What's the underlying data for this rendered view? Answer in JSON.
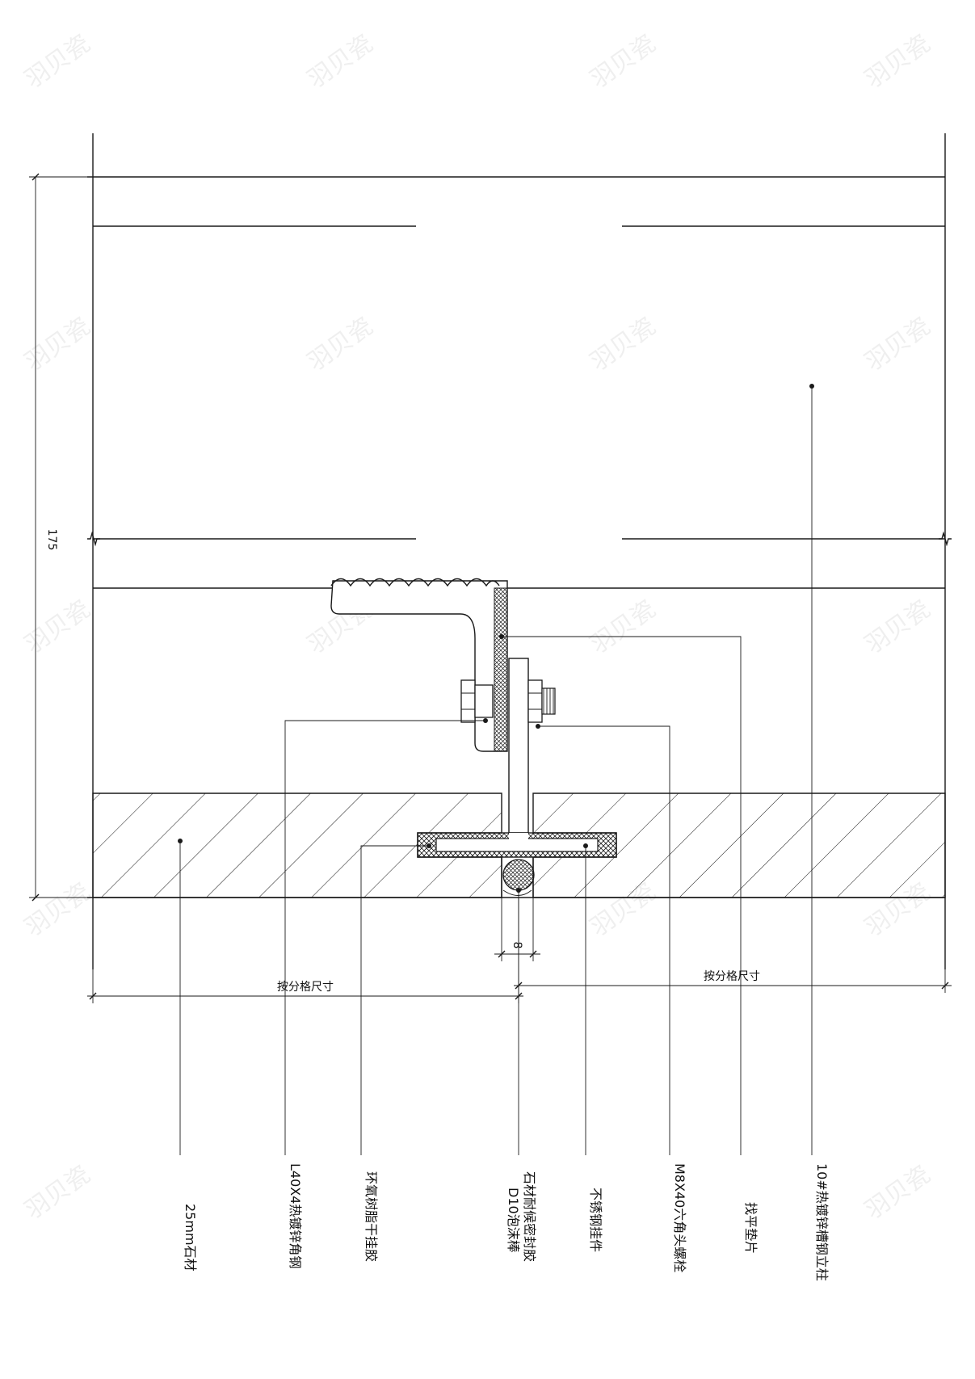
{
  "dimensions": {
    "total_depth": "175",
    "joint_width": "8",
    "left_panel": "按分格尺寸",
    "right_panel": "按分格尺寸"
  },
  "callouts": [
    {
      "id": "stone",
      "label": "25mm石材"
    },
    {
      "id": "angle-steel",
      "label": "L40X4热镀锌角钢"
    },
    {
      "id": "epoxy",
      "label": "环氧树脂干挂胶"
    },
    {
      "id": "sealant",
      "label": "石材耐候密封胶",
      "label2": "D10泡沫棒"
    },
    {
      "id": "stainless-bracket",
      "label": "不锈钢挂件"
    },
    {
      "id": "bolt",
      "label": "M8X40六角头螺栓"
    },
    {
      "id": "shim",
      "label": "找平垫片"
    },
    {
      "id": "channel-post",
      "label": "10#热镀锌槽钢立柱"
    }
  ],
  "watermark": "羽贝瓷",
  "colors": {
    "line": "#1a1a1a",
    "background": "#ffffff"
  }
}
